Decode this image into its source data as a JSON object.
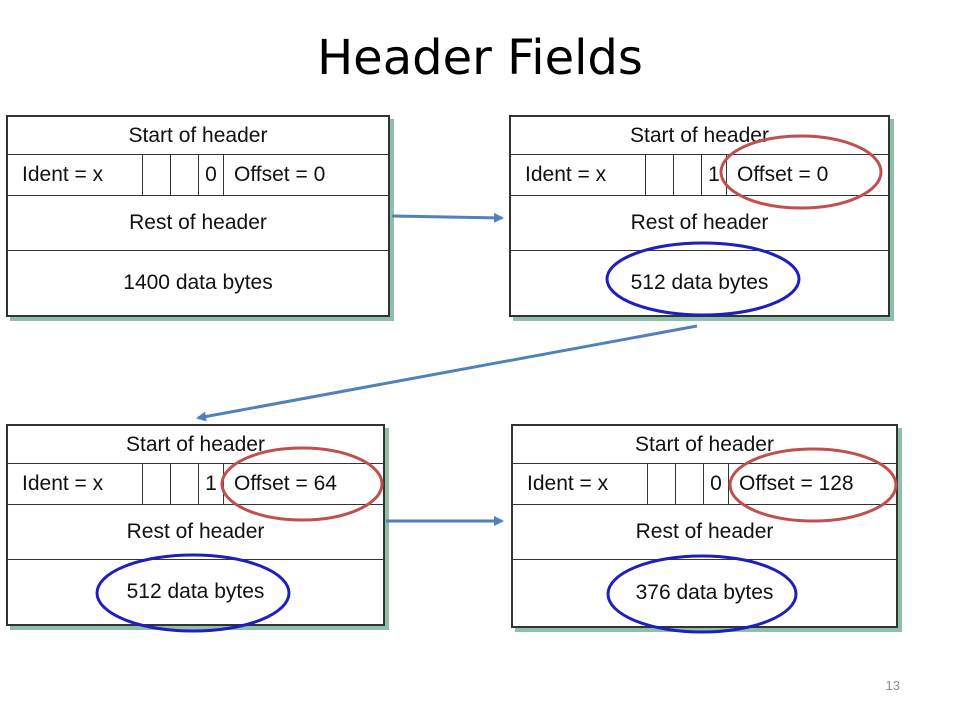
{
  "slide": {
    "title": "Header Fields",
    "page_number": "13"
  },
  "packets": [
    {
      "start": "Start of header",
      "ident": "Ident = x",
      "mf": "0",
      "offset": "Offset = 0",
      "rest": "Rest of header",
      "data": "1400 data bytes"
    },
    {
      "start": "Start of header",
      "ident": "Ident = x",
      "mf": "1",
      "offset": "Offset = 0",
      "rest": "Rest of header",
      "data": "512 data bytes"
    },
    {
      "start": "Start of header",
      "ident": "Ident = x",
      "mf": "1",
      "offset": "Offset = 64",
      "rest": "Rest of header",
      "data": "512 data bytes"
    },
    {
      "start": "Start of header",
      "ident": "Ident = x",
      "mf": "0",
      "offset": "Offset = 128",
      "rest": "Rest of header",
      "data": "376 data bytes"
    }
  ],
  "colors": {
    "offset_highlight": "#c0504d",
    "data_highlight": "#1f1fbf",
    "arrow": "#4f81bd",
    "shadow": "#8dbfa9"
  }
}
